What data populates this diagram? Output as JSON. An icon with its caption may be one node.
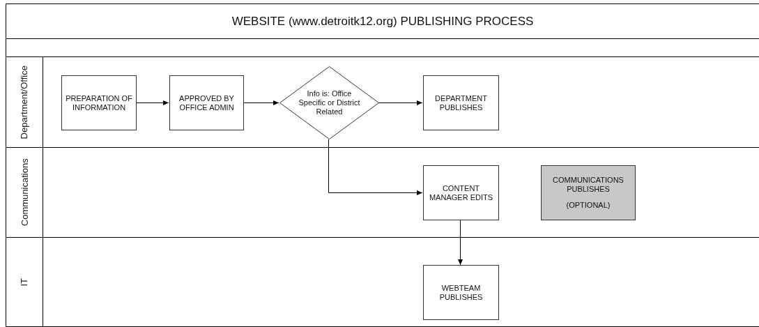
{
  "diagram": {
    "title": "WEBSITE (www.detroitk12.org) PUBLISHING PROCESS",
    "nodes": [
      {
        "text": [
          "Department/Office"
        ]
      },
      {
        "text": [
          "Communications"
        ]
      },
      {
        "text": [
          "IT"
        ]
      },
      {
        "text": [
          "PREPARATION OF INFORMATION"
        ],
        "in": 0
      },
      {
        "text": [
          "APPROVED BY OFFICE ADMIN"
        ],
        "in": 0
      },
      {
        "text": [
          "Info is: Office Specific or District Related"
        ],
        "in": 0
      },
      {
        "text": [
          "DEPARTMENT PUBLISHES"
        ],
        "in": 0
      },
      {
        "text": [
          "CONTENT MANAGER EDITS"
        ],
        "in": 1
      },
      {
        "text": [
          "COMMUNICATIONS PUBLISHES",
          "(OPTIONAL)"
        ],
        "in": 1
      },
      {
        "text": [
          "WEBTEAM PUBLISHES"
        ],
        "in": 2
      }
    ],
    "edges": [
      {
        "from": 3,
        "to": 4,
        "arrow": "to"
      },
      {
        "from": 4,
        "to": 5,
        "arrow": "to"
      },
      {
        "from": 5,
        "to": 6,
        "arrow": "to"
      },
      {
        "from": 5,
        "to": 7,
        "arrow": "to"
      },
      {
        "from": 7,
        "to": 9,
        "arrow": "to"
      }
    ]
  }
}
